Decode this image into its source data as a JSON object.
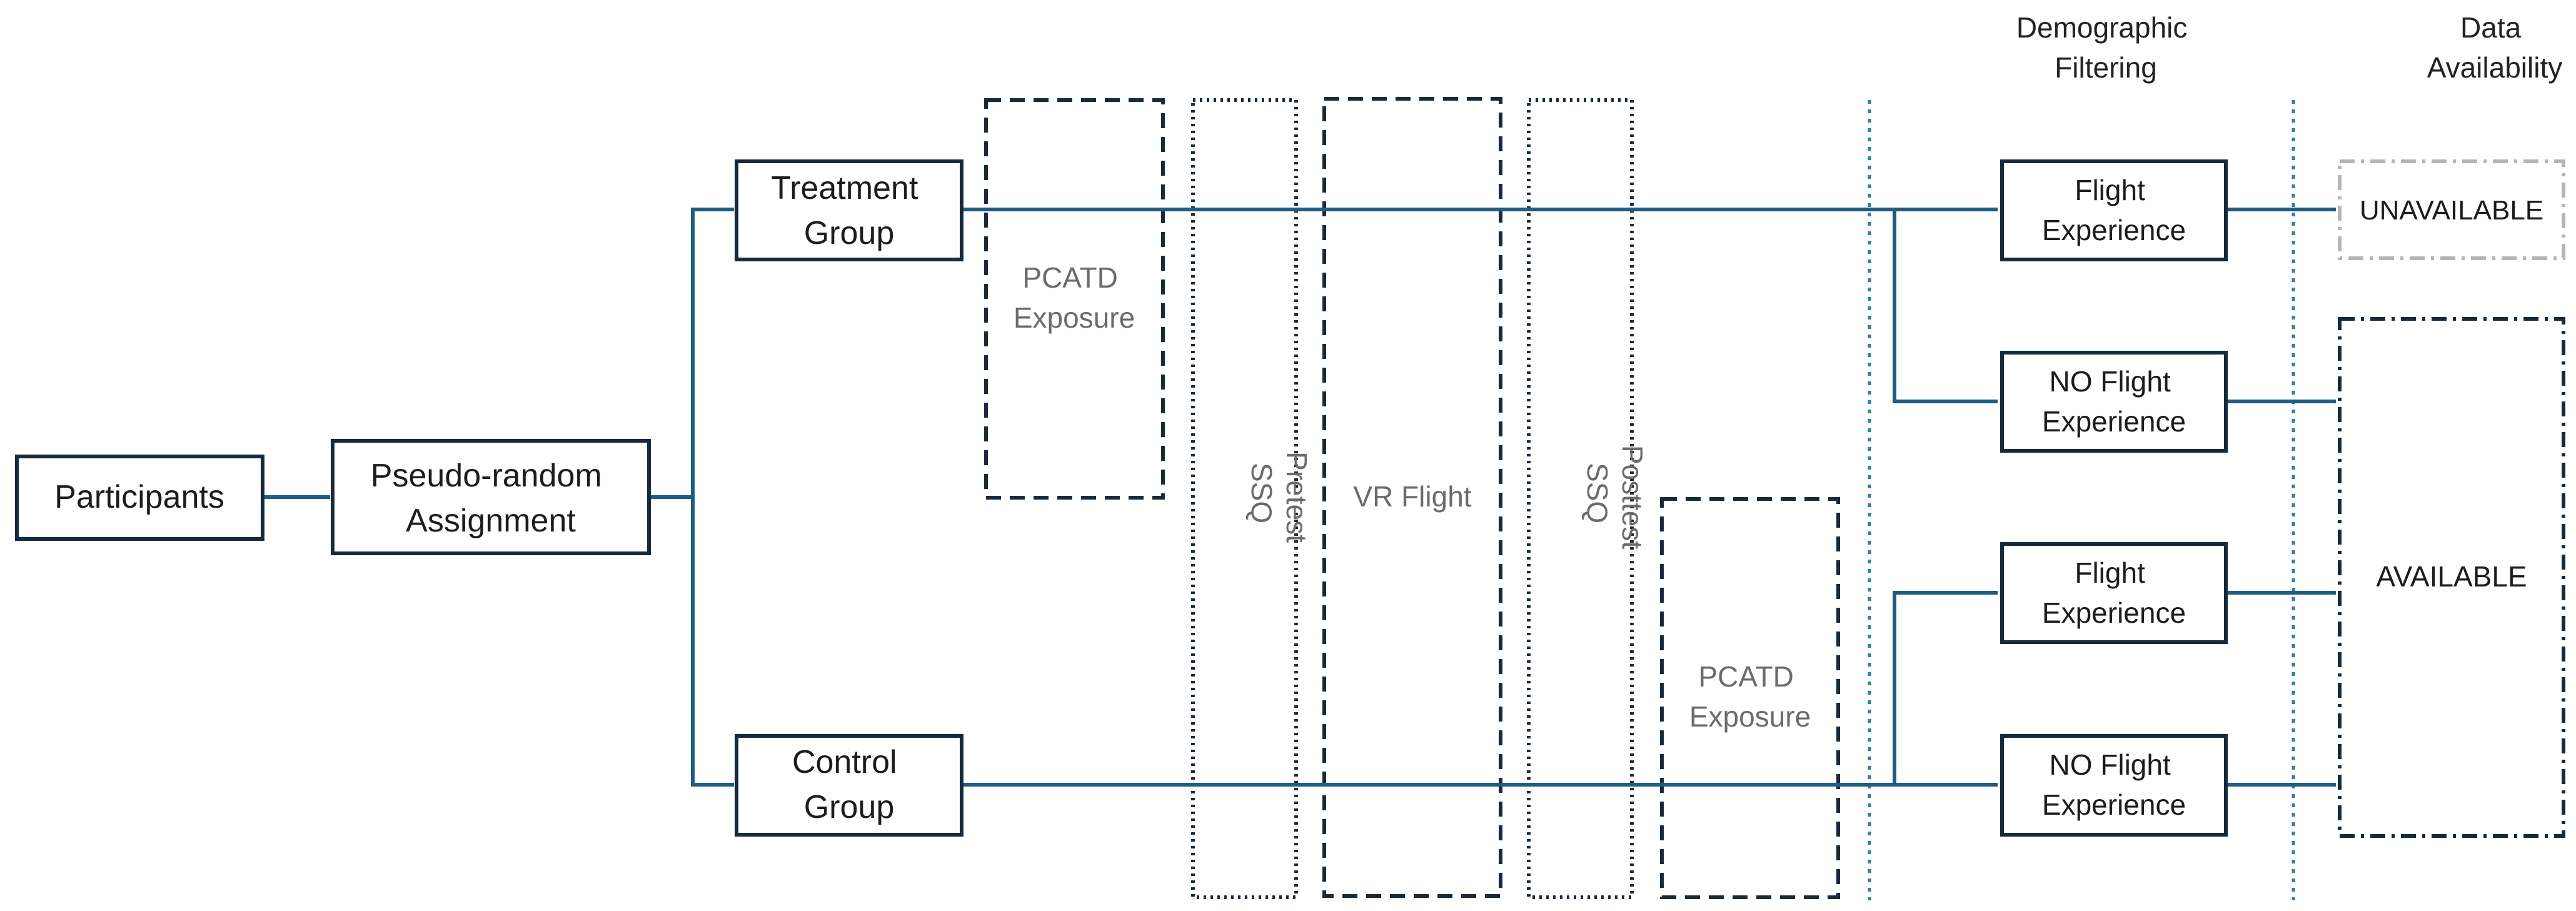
{
  "colors": {
    "connector": "#1f5c82",
    "box_border": "#152b3c",
    "stage_border": "#1b2a3a",
    "separator": "#2a7ea6",
    "unavailable_border": "#b5b5b5",
    "stage_text": "#6b6b6b",
    "box_text": "#1c1c1c"
  },
  "headers": {
    "demographic_filtering": [
      "Demographic",
      "Filtering"
    ],
    "data_availability": [
      "Data",
      "Availability"
    ]
  },
  "nodes": {
    "participants": [
      "Participants"
    ],
    "assignment": [
      "Pseudo-random",
      "Assignment"
    ],
    "treatment_group": [
      "Treatment",
      "Group"
    ],
    "control_group": [
      "Control",
      "Group"
    ],
    "treatment_flight_experience": [
      "Flight",
      "Experience"
    ],
    "treatment_no_flight_experience": [
      "NO Flight",
      "Experience"
    ],
    "control_flight_experience": [
      "Flight",
      "Experience"
    ],
    "control_no_flight_experience": [
      "NO Flight",
      "Experience"
    ]
  },
  "stages": {
    "pcatd_treatment": [
      "PCATD",
      "Exposure"
    ],
    "ssq_pretest": [
      "SSQ",
      "Pretest"
    ],
    "vr_flight": [
      "VR Flight"
    ],
    "ssq_posttest": [
      "SSQ",
      "Posttest"
    ],
    "pcatd_control": [
      "PCATD",
      "Exposure"
    ]
  },
  "outcomes": {
    "unavailable": "UNAVAILABLE",
    "available": "AVAILABLE"
  }
}
